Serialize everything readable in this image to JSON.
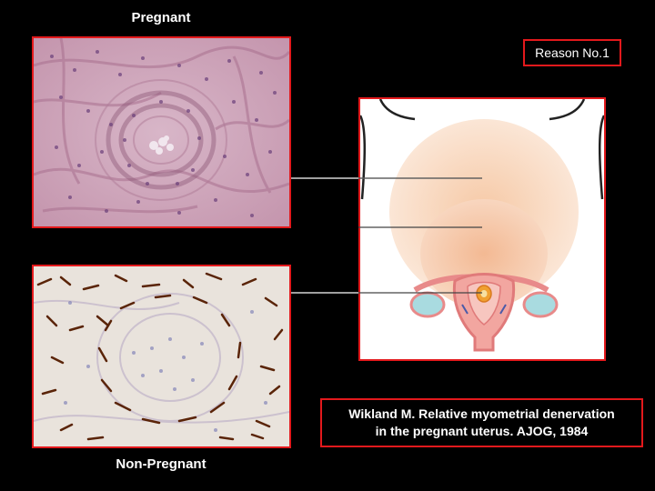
{
  "labels": {
    "pregnant": "Pregnant",
    "non_pregnant": "Non-Pregnant"
  },
  "badge": {
    "text": "Reason No.1"
  },
  "citation": {
    "line1": "Wikland M. Relative myometrial denervation",
    "line2": "in the pregnant uterus. AJOG, 1984"
  },
  "colors": {
    "background": "#000000",
    "frame_border": "#e3191c",
    "he_stain": "#c99ab3",
    "ihc_stain": "#6b2c0c"
  },
  "icons": {
    "uterus": "uterus-icon",
    "abdomen": "abdomen-outline-icon"
  }
}
